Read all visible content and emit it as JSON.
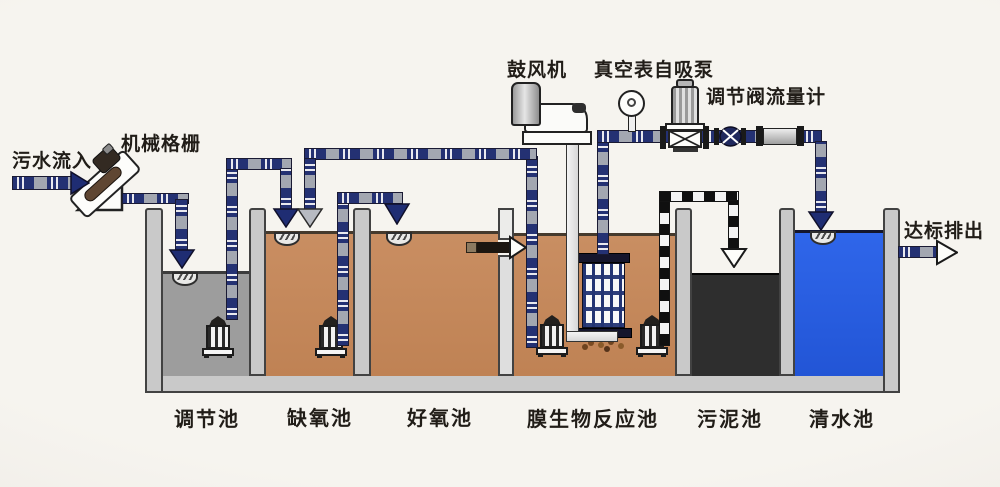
{
  "labels": {
    "influent": "污水流入",
    "mechanical_screen": "机械格栅",
    "blower": "鼓风机",
    "vacuum_gauge_pump": "真空表自吸泵",
    "valve_flowmeter": "调节阀流量计",
    "discharge": "达标排出"
  },
  "tanks": [
    {
      "id": "regulating",
      "label": "调节池",
      "fill": "#9d9d9d"
    },
    {
      "id": "anoxic",
      "label": "缺氧池",
      "fill": "#c5895c"
    },
    {
      "id": "aerobic",
      "label": "好氧池",
      "fill": "#c5895c"
    },
    {
      "id": "mbr",
      "label": "膜生物反应池",
      "fill": "#c5895c"
    },
    {
      "id": "sludge",
      "label": "污泥池",
      "fill": "#2e2e2e"
    },
    {
      "id": "clean-water",
      "label": "清水池",
      "fill": "#2a5fe6"
    }
  ],
  "colors": {
    "background": "#f5f3ee",
    "wall_gray": "#c9c9c9",
    "pipe_navy": "#243173",
    "pipe_gray": "#a3a7b1",
    "sludge_pipe": "#101010",
    "arrow_navy": "#1f2d73"
  }
}
